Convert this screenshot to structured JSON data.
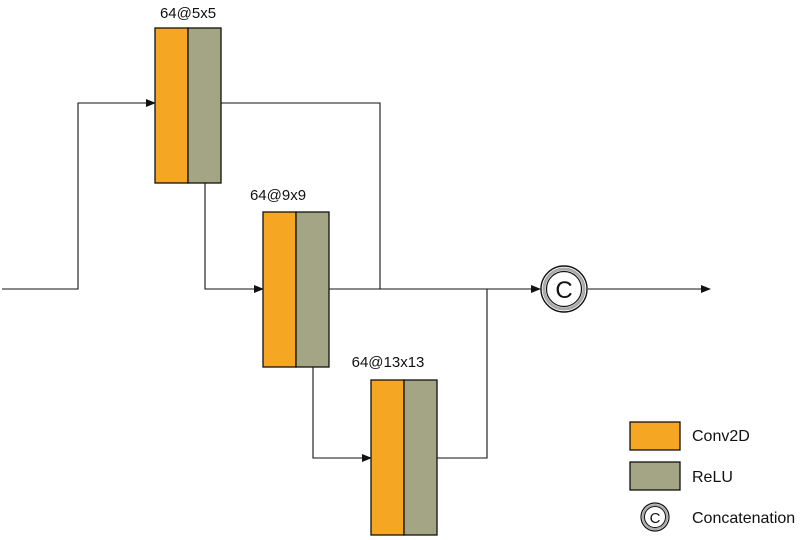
{
  "diagram": {
    "blocks": [
      {
        "label": "64@5x5"
      },
      {
        "label": "64@9x9"
      },
      {
        "label": "64@13x13"
      }
    ],
    "concat_symbol": "C",
    "legend": [
      {
        "label": "Conv2D",
        "color": "#F5A623"
      },
      {
        "label": "ReLU",
        "color": "#A3A584"
      },
      {
        "label": "Concatenation",
        "symbol": "C"
      }
    ]
  },
  "colors": {
    "conv": "#F5A623",
    "relu": "#A3A584",
    "line": "#111111"
  }
}
